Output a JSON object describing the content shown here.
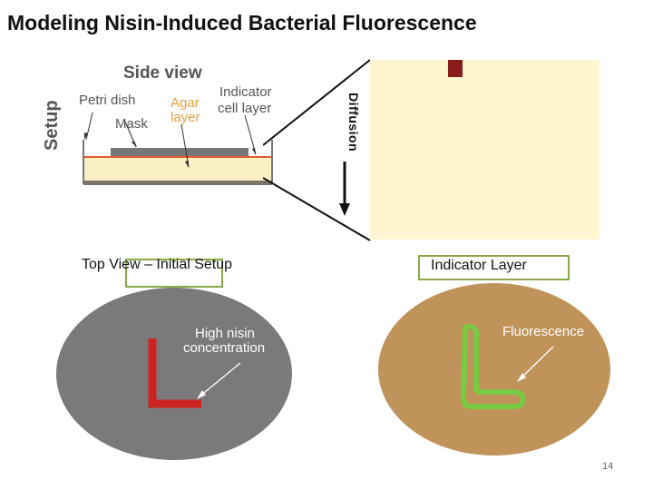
{
  "title": "Modeling Nisin-Induced Bacterial Fluorescence",
  "setup": {
    "section_label": "Setup",
    "side_view_label": "Side view",
    "petri_dish_label": "Petri dish",
    "mask_label": "Mask",
    "agar_label_line1": "Agar",
    "agar_label_line2": "layer",
    "indicator_label_line1": "Indicator",
    "indicator_label_line2": "cell layer"
  },
  "diffusion_label": "Diffusion",
  "top_view": {
    "caption": "Top View – Initial Setup",
    "annotation_line1": "High nisin",
    "annotation_line2": "concentration"
  },
  "indicator_view": {
    "caption": "Indicator Layer",
    "annotation": "Fluorescence"
  },
  "page_number": "14",
  "colors": {
    "agar": "#fbf0c4",
    "mask": "#777777",
    "indicator_line": "#e05a2a",
    "nisin_L": "#cc2222",
    "fluorescence_L": "#7ac943",
    "grey_disk": "#7a7a7a",
    "brown_disk": "#c0935a",
    "simulation_bg": "#fff6cf",
    "simulation_mark": "#8b1c1c",
    "caption_box": "#8aa84a"
  }
}
